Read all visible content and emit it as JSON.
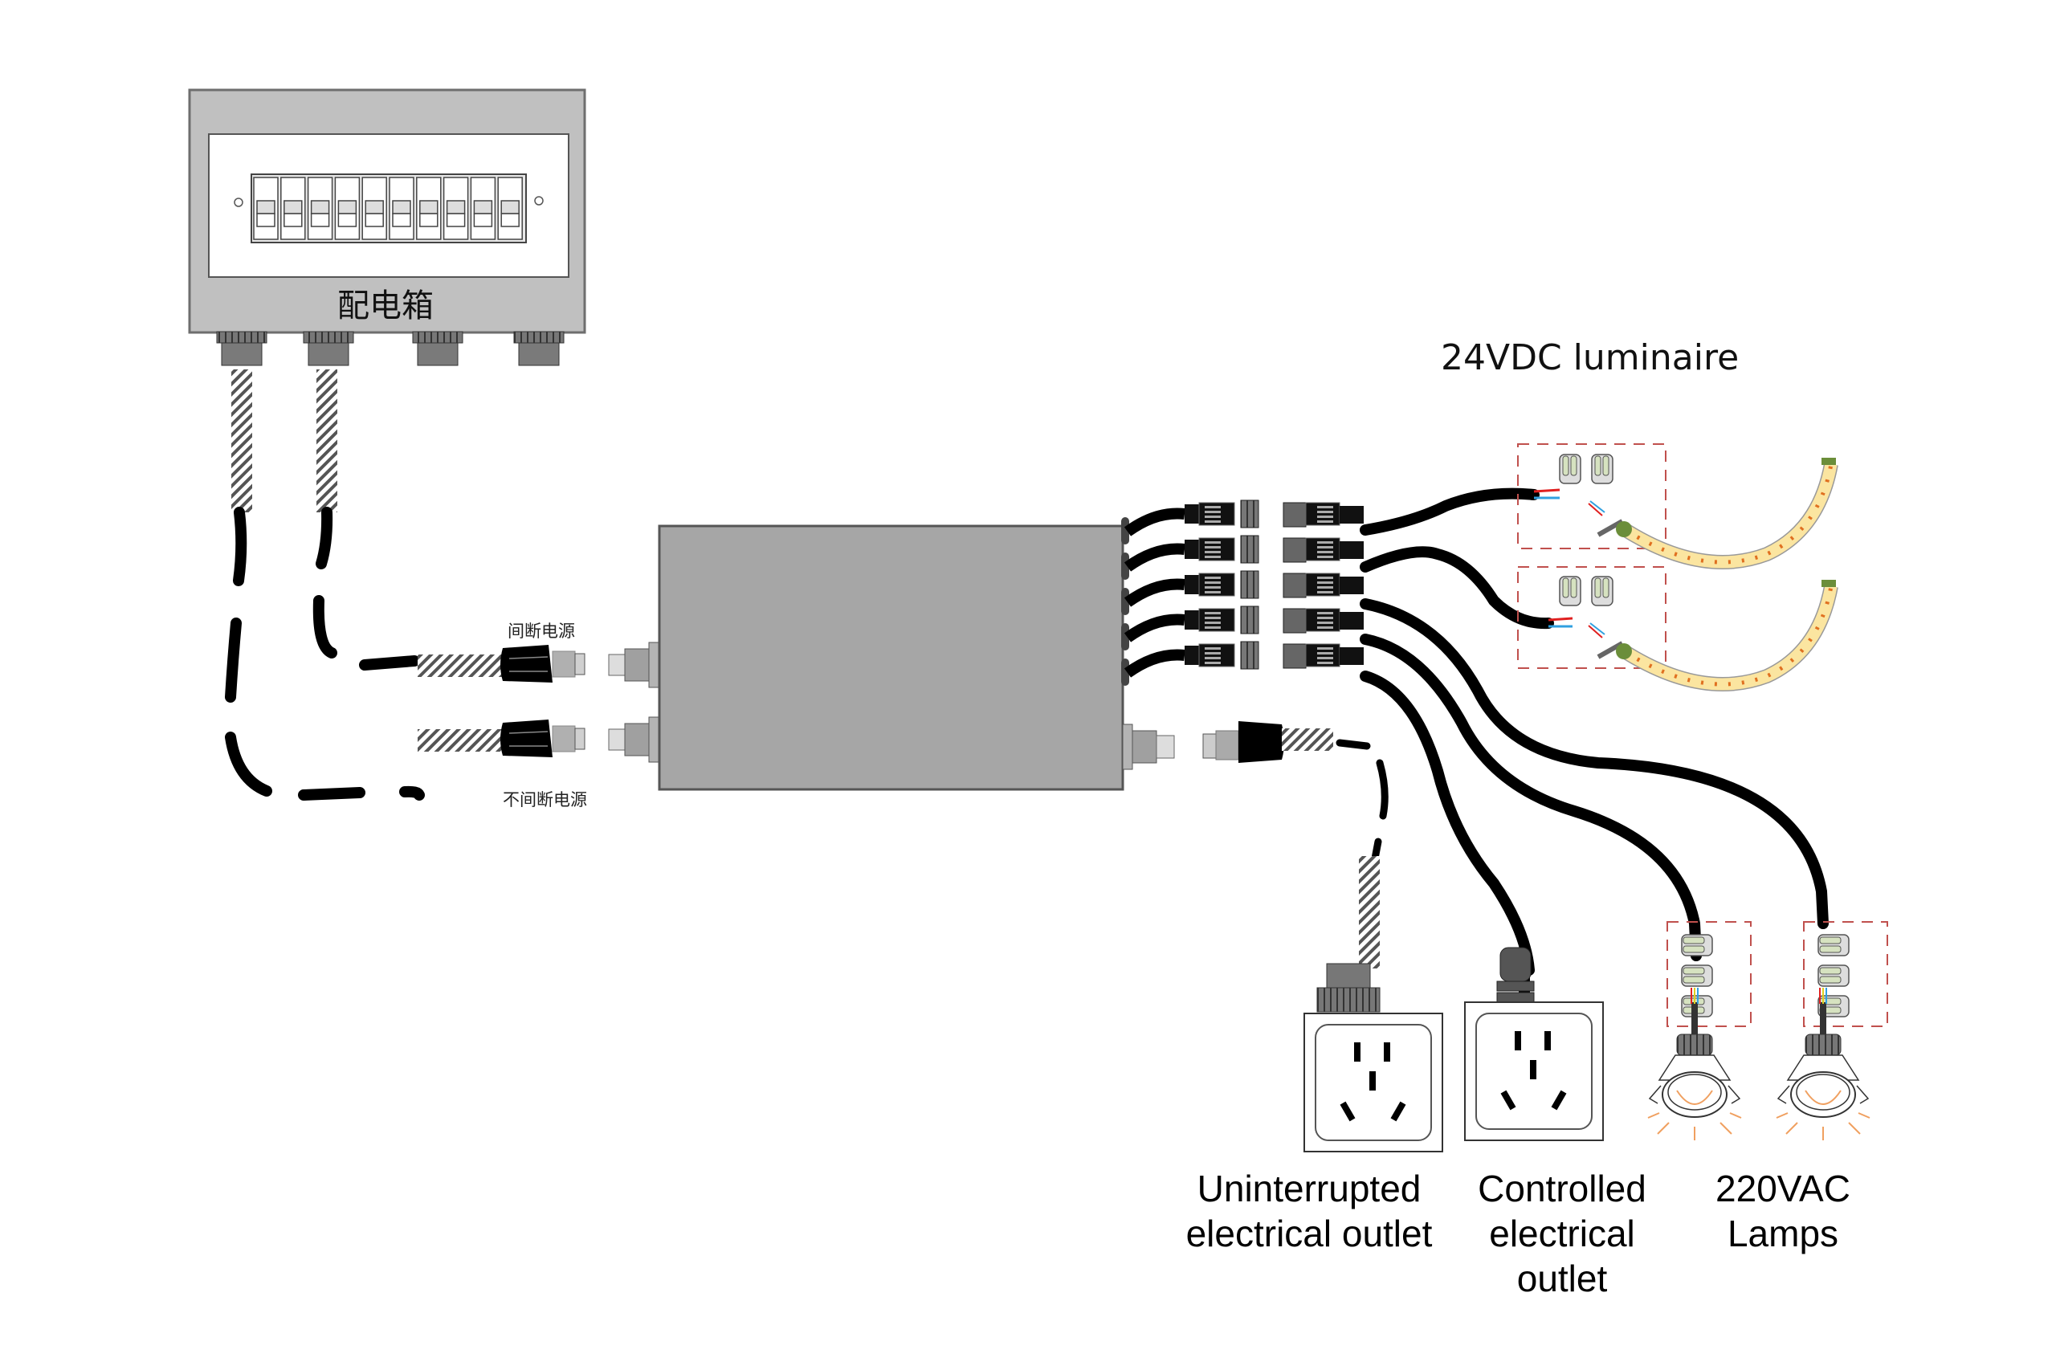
{
  "distribution_box": {
    "label": "配电箱",
    "breaker_count": 10,
    "gland_count": 4
  },
  "inputs": [
    {
      "label": "间断电源"
    },
    {
      "label": "不间断电源"
    }
  ],
  "outputs": {
    "dc_group_title": "24VDC luminaire",
    "dc_output_count": 5,
    "captions": [
      {
        "line1": "Uninterrupted",
        "line2": "electrical outlet",
        "line3": ""
      },
      {
        "line1": "Controlled",
        "line2": "electrical",
        "line3": "outlet"
      },
      {
        "line1": "220VAC",
        "line2": "Lamps",
        "line3": ""
      }
    ]
  },
  "colors": {
    "box_gray": "#a6a6a6",
    "panel_gray": "#c0c0c0",
    "cable_black": "#000000",
    "dashed_red": "#c0504d",
    "led_strip": "#fbe5a0",
    "led_dot": "#e07020",
    "strip_cap": "#6b8e3a",
    "light_ray": "#f0a060"
  }
}
